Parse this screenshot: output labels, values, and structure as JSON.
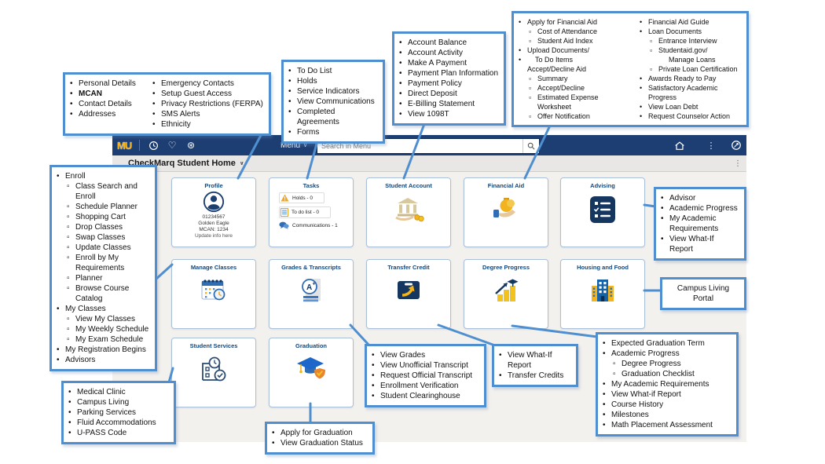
{
  "icons": {
    "heart": "♡",
    "spokes": "⊛",
    "kebab": "⋮",
    "chevron": "∨"
  },
  "header": {
    "logo": "MU",
    "menu_label": "Menu",
    "search_placeholder": "Search in Menu"
  },
  "breadcrumb": {
    "label": "CheckMarq Student Home"
  },
  "tiles": {
    "profile": {
      "title": "Profile",
      "student_id": "01234567",
      "student_name": "Golden Eagle",
      "mcan": "MCAN: 1234",
      "update_link": "Update info here"
    },
    "tasks": {
      "title": "Tasks",
      "holds": "Holds - 0",
      "todo": "To do list - 0",
      "communications": "Communications - 1"
    },
    "student_account": {
      "title": "Student Account"
    },
    "financial_aid": {
      "title": "Financial Aid"
    },
    "advising": {
      "title": "Advising"
    },
    "manage_classes": {
      "title": "Manage Classes"
    },
    "grades_transcripts": {
      "title": "Grades & Transcripts"
    },
    "transfer_credit": {
      "title": "Transfer Credit"
    },
    "degree_progress": {
      "title": "Degree Progress"
    },
    "housing_food": {
      "title": "Housing and Food"
    },
    "student_services": {
      "title": "Student Services"
    },
    "graduation": {
      "title": "Graduation"
    }
  },
  "callouts": {
    "personal": {
      "col1": [
        {
          "b": "•",
          "t": "Personal Details"
        },
        {
          "b": "•",
          "t": "MCAN",
          "bold": true
        },
        {
          "b": "•",
          "t": "Contact Details"
        },
        {
          "b": "•",
          "t": "Addresses"
        }
      ],
      "col2": [
        {
          "b": "•",
          "t": "Emergency Contacts"
        },
        {
          "b": "•",
          "t": "Setup Guest Access"
        },
        {
          "b": "•",
          "t": "Privacy Restrictions (FERPA)"
        },
        {
          "b": "•",
          "t": "SMS Alerts"
        },
        {
          "b": "•",
          "t": "Ethnicity"
        }
      ]
    },
    "tasks": {
      "items": [
        {
          "b": "•",
          "t": "To Do List"
        },
        {
          "b": "•",
          "t": "Holds"
        },
        {
          "b": "•",
          "t": "Service Indicators"
        },
        {
          "b": "•",
          "t": "View Communications"
        },
        {
          "b": "•",
          "t": "Completed Agreements"
        },
        {
          "b": "•",
          "t": "Forms"
        }
      ]
    },
    "account": {
      "items": [
        {
          "b": "•",
          "t": "Account Balance"
        },
        {
          "b": "•",
          "t": "Account Activity"
        },
        {
          "b": "•",
          "t": "Make A Payment"
        },
        {
          "b": "•",
          "t": "Payment Plan Information"
        },
        {
          "b": "•",
          "t": "Payment Policy"
        },
        {
          "b": "•",
          "t": "Direct Deposit"
        },
        {
          "b": "•",
          "t": "E-Billing Statement"
        },
        {
          "b": "•",
          "t": "View 1098T"
        }
      ]
    },
    "financial_aid": {
      "col1": [
        {
          "b": "•",
          "t": "Apply for Financial Aid"
        },
        {
          "b": "▫",
          "i": 1,
          "t": "Cost of Attendance"
        },
        {
          "b": "▫",
          "i": 1,
          "t": "Student Aid Index"
        },
        {
          "b": "•",
          "t": "Upload Documents/"
        },
        {
          "b": "•",
          "t": "    To Do Items"
        },
        {
          "b": "",
          "t": "Accept/Decline Aid"
        },
        {
          "b": "▫",
          "i": 1,
          "t": "Summary"
        },
        {
          "b": "▫",
          "i": 1,
          "t": "Accept/Decline"
        },
        {
          "b": "▫",
          "i": 1,
          "t": "Estimated Expense Worksheet"
        },
        {
          "b": "▫",
          "i": 1,
          "t": "Offer Notification"
        }
      ],
      "col2": [
        {
          "b": "•",
          "t": "Financial Aid Guide"
        },
        {
          "b": "•",
          "t": "Loan Documents"
        },
        {
          "b": "▫",
          "i": 1,
          "t": "Entrance Interview"
        },
        {
          "b": "▫",
          "i": 1,
          "t": "Studentaid.gov/"
        },
        {
          "b": "",
          "i": 2,
          "t": "Manage Loans"
        },
        {
          "b": "▫",
          "i": 1,
          "t": "Private Loan Certification"
        },
        {
          "b": "•",
          "t": "Awards Ready to Pay"
        },
        {
          "b": "•",
          "t": "Satisfactory Academic Progress"
        },
        {
          "b": "•",
          "t": "View Loan Debt"
        },
        {
          "b": "•",
          "t": "Request Counselor Action"
        }
      ]
    },
    "enroll": {
      "items": [
        {
          "b": "•",
          "t": "Enroll"
        },
        {
          "b": "▫",
          "i": 1,
          "t": "Class Search and Enroll"
        },
        {
          "b": "▫",
          "i": 1,
          "t": "Schedule Planner"
        },
        {
          "b": "▫",
          "i": 1,
          "t": "Shopping Cart"
        },
        {
          "b": "▫",
          "i": 1,
          "t": "Drop Classes"
        },
        {
          "b": "▫",
          "i": 1,
          "t": "Swap Classes"
        },
        {
          "b": "▫",
          "i": 1,
          "t": "Update Classes"
        },
        {
          "b": "▫",
          "i": 1,
          "t": "Enroll by My Requirements"
        },
        {
          "b": "▫",
          "i": 1,
          "t": "Planner"
        },
        {
          "b": "▫",
          "i": 1,
          "t": "Browse Course Catalog"
        },
        {
          "b": "•",
          "t": "My Classes"
        },
        {
          "b": "▫",
          "i": 1,
          "t": "View My Classes"
        },
        {
          "b": "▫",
          "i": 1,
          "t": "My Weekly Schedule"
        },
        {
          "b": "▫",
          "i": 1,
          "t": "My Exam Schedule"
        },
        {
          "b": "•",
          "t": "My Registration Begins"
        },
        {
          "b": "•",
          "t": "Advisors"
        }
      ]
    },
    "services": {
      "items": [
        {
          "b": "•",
          "t": "Medical Clinic"
        },
        {
          "b": "•",
          "t": "Campus Living"
        },
        {
          "b": "•",
          "t": "Parking Services"
        },
        {
          "b": "•",
          "t": "Fluid Accommodations"
        },
        {
          "b": "•",
          "t": "U-PASS Code"
        }
      ]
    },
    "advising": {
      "items": [
        {
          "b": "•",
          "t": "Advisor"
        },
        {
          "b": "•",
          "t": "Academic Progress"
        },
        {
          "b": "•",
          "t": "My Academic Requirements"
        },
        {
          "b": "•",
          "t": "View What-If Report"
        }
      ]
    },
    "campus_living": {
      "text": "Campus Living Portal"
    },
    "grades": {
      "items": [
        {
          "b": "•",
          "t": "View Grades"
        },
        {
          "b": "•",
          "t": "View Unofficial Transcript"
        },
        {
          "b": "•",
          "t": "Request Official Transcript"
        },
        {
          "b": "•",
          "t": "Enrollment Verification"
        },
        {
          "b": "•",
          "t": "Student Clearinghouse"
        }
      ]
    },
    "transfer": {
      "items": [
        {
          "b": "•",
          "t": "View What-If Report"
        },
        {
          "b": "•",
          "t": "Transfer Credits"
        }
      ]
    },
    "graduation": {
      "items": [
        {
          "b": "•",
          "t": "Apply for Graduation"
        },
        {
          "b": "•",
          "t": "View Graduation Status"
        }
      ]
    },
    "degree": {
      "items": [
        {
          "b": "•",
          "t": "Expected Graduation Term"
        },
        {
          "b": "•",
          "t": "Academic Progress"
        },
        {
          "b": "▫",
          "i": 1,
          "t": "Degree Progress"
        },
        {
          "b": "▫",
          "i": 1,
          "t": "Graduation Checklist"
        },
        {
          "b": "•",
          "t": "My Academic Requirements"
        },
        {
          "b": "•",
          "t": "View What-if Report"
        },
        {
          "b": "•",
          "t": "Course History"
        },
        {
          "b": "•",
          "t": "Milestones"
        },
        {
          "b": "•",
          "t": "Math Placement Assessment"
        }
      ]
    }
  }
}
